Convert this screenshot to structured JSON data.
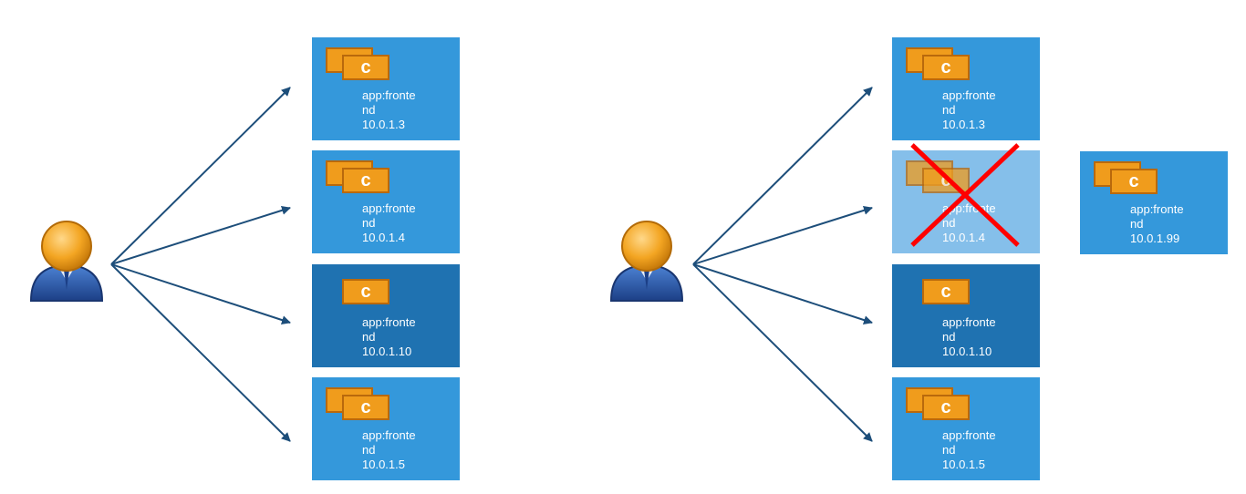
{
  "container_letter": "c",
  "left_scene": {
    "pods": [
      {
        "label": "app:frontend",
        "ip": "10.0.1.3",
        "variant": "double"
      },
      {
        "label": "app:frontend",
        "ip": "10.0.1.4",
        "variant": "double"
      },
      {
        "label": "app:frontend",
        "ip": "10.0.1.10",
        "variant": "single"
      },
      {
        "label": "app:frontend",
        "ip": "10.0.1.5",
        "variant": "double"
      }
    ]
  },
  "right_scene": {
    "pods": [
      {
        "label": "app:frontend",
        "ip": "10.0.1.3",
        "variant": "double"
      },
      {
        "label": "app:frontend",
        "ip": "10.0.1.4",
        "variant": "double",
        "status": "removed"
      },
      {
        "label": "app:frontend",
        "ip": "10.0.1.10",
        "variant": "single"
      },
      {
        "label": "app:frontend",
        "ip": "10.0.1.5",
        "variant": "double"
      }
    ],
    "replacement_pod": {
      "label": "app:frontend",
      "ip": "10.0.1.99",
      "variant": "double"
    }
  },
  "colors": {
    "pod": "#3498db",
    "pod_single": "#1f72b1",
    "pod_removed": "#85bfea",
    "container": "#f09c1c",
    "arrow": "#1d4e7a",
    "cross": "#ff0000"
  },
  "icons": [
    "user-icon",
    "container-icon",
    "arrow-icon",
    "cross-mark-icon"
  ]
}
